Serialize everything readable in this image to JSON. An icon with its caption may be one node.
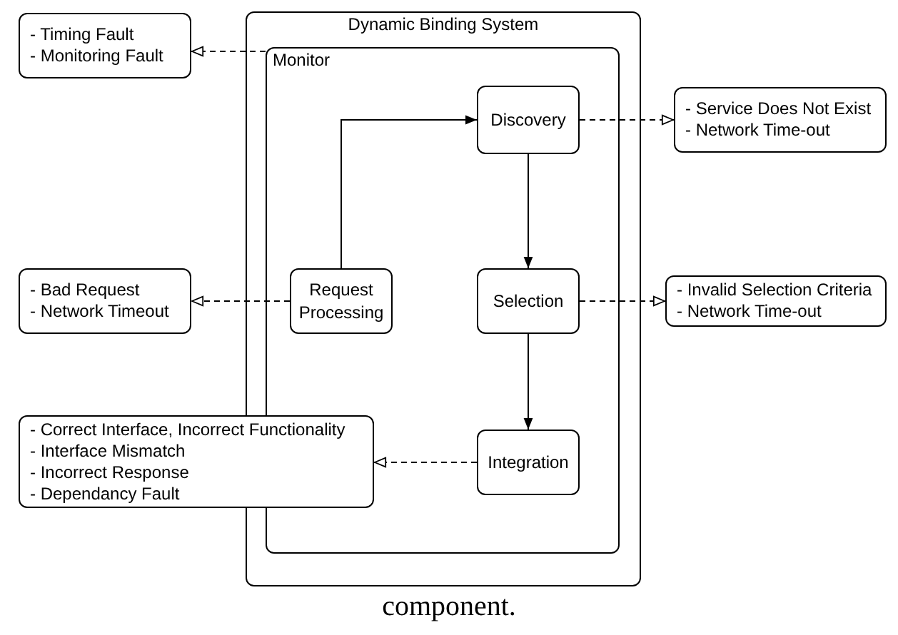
{
  "diagram": {
    "caption": "component.",
    "nodes": [
      {
        "text": [
          "Dynamic Binding System"
        ]
      },
      {
        "text": [
          "Monitor"
        ],
        "in": 0
      },
      {
        "text": [
          "Discovery"
        ],
        "in": 1
      },
      {
        "text": [
          "Request Processing"
        ],
        "in": 1
      },
      {
        "text": [
          "Selection"
        ],
        "in": 1
      },
      {
        "text": [
          "Integration"
        ],
        "in": 1
      },
      {
        "text": [
          "- Timing Fault",
          "- Monitoring Fault"
        ]
      },
      {
        "text": [
          "- Service Does Not Exist",
          "- Network Time-out"
        ]
      },
      {
        "text": [
          "- Bad Request",
          "- Network Timeout"
        ]
      },
      {
        "text": [
          "- Invalid Selection Criteria",
          "- Network Time-out"
        ]
      },
      {
        "text": [
          "- Correct Interface, Incorrect Functionality",
          "- Interface Mismatch",
          "- Incorrect Response",
          "- Dependancy Fault"
        ]
      }
    ],
    "edges": [
      {
        "from": 1,
        "to": 6,
        "arrow": "to",
        "style": "dashed"
      },
      {
        "from": 3,
        "to": 2,
        "arrow": "to"
      },
      {
        "from": 2,
        "to": 7,
        "arrow": "to",
        "style": "dashed"
      },
      {
        "from": 2,
        "to": 4,
        "arrow": "to"
      },
      {
        "from": 3,
        "to": 8,
        "arrow": "to",
        "style": "dashed"
      },
      {
        "from": 4,
        "to": 9,
        "arrow": "to",
        "style": "dashed"
      },
      {
        "from": 4,
        "to": 5,
        "arrow": "to"
      },
      {
        "from": 5,
        "to": 10,
        "arrow": "to",
        "style": "dashed"
      }
    ]
  }
}
